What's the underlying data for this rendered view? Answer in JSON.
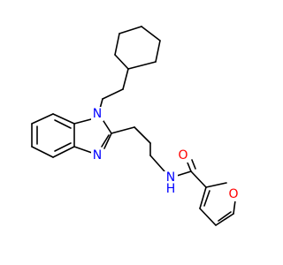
{
  "molecule": {
    "colors": {
      "bond": "#000000",
      "nitrogen": "#0000ff",
      "oxygen": "#ff0000",
      "hydrogen_on_nitrogen": "#0000ff"
    },
    "labels": {
      "n_ring": "N",
      "n_imine": "N",
      "n_amide": "N",
      "h_amide": "H",
      "o_carbonyl": "O",
      "o_furan": "O"
    }
  }
}
